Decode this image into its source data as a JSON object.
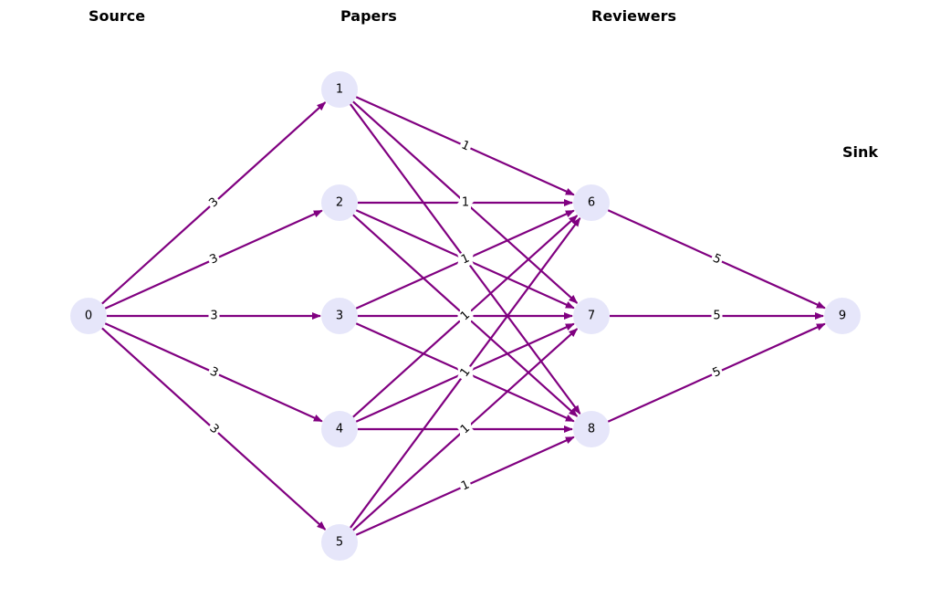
{
  "labels": {
    "source": "Source",
    "papers": "Papers",
    "reviewers": "Reviewers",
    "sink": "Sink"
  },
  "colors": {
    "node_fill": "#e6e6fa",
    "edge": "#800080",
    "text": "#000000"
  },
  "nodes": [
    "0",
    "1",
    "2",
    "3",
    "4",
    "5",
    "6",
    "7",
    "8",
    "9"
  ],
  "edges": [
    {
      "from": "0",
      "to": "1",
      "label": "3"
    },
    {
      "from": "0",
      "to": "2",
      "label": "3"
    },
    {
      "from": "0",
      "to": "3",
      "label": "3"
    },
    {
      "from": "0",
      "to": "4",
      "label": "3"
    },
    {
      "from": "0",
      "to": "5",
      "label": "3"
    },
    {
      "from": "1",
      "to": "6",
      "label": "1"
    },
    {
      "from": "1",
      "to": "7",
      "label": "1"
    },
    {
      "from": "1",
      "to": "8",
      "label": "1"
    },
    {
      "from": "2",
      "to": "6",
      "label": "1"
    },
    {
      "from": "2",
      "to": "7",
      "label": "1"
    },
    {
      "from": "2",
      "to": "8",
      "label": "1"
    },
    {
      "from": "3",
      "to": "6",
      "label": "1"
    },
    {
      "from": "3",
      "to": "7",
      "label": "1"
    },
    {
      "from": "3",
      "to": "8",
      "label": "1"
    },
    {
      "from": "4",
      "to": "6",
      "label": "1"
    },
    {
      "from": "4",
      "to": "7",
      "label": "1"
    },
    {
      "from": "4",
      "to": "8",
      "label": "1"
    },
    {
      "from": "5",
      "to": "6",
      "label": "1"
    },
    {
      "from": "5",
      "to": "7",
      "label": "1"
    },
    {
      "from": "5",
      "to": "8",
      "label": "1"
    },
    {
      "from": "6",
      "to": "9",
      "label": "5"
    },
    {
      "from": "7",
      "to": "9",
      "label": "5"
    },
    {
      "from": "8",
      "to": "9",
      "label": "5"
    }
  ]
}
